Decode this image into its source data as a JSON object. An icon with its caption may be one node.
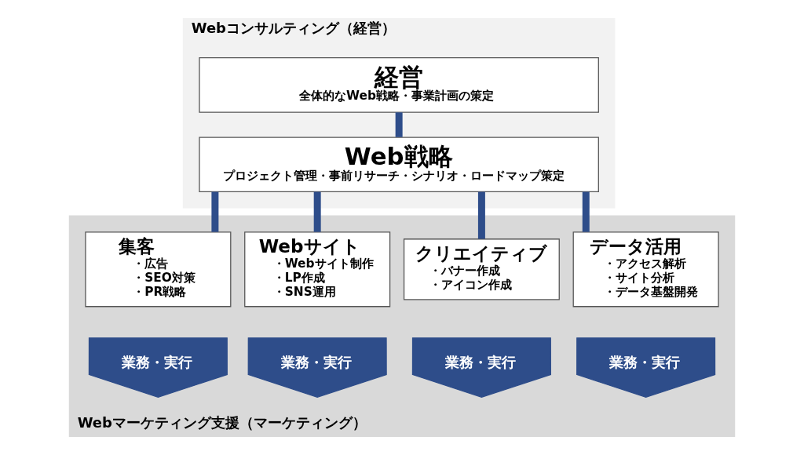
{
  "diagram": {
    "nodes": [
      {
        "text": [
          "Webコンサルティング（経営）"
        ]
      },
      {
        "text": [
          "経営",
          "全体的なWeb戦略・事業計画の策定"
        ],
        "in": 0
      },
      {
        "text": [
          "Web戦略",
          "プロジェクト管理・事前リサーチ・シナリオ・ロードマップ策定"
        ],
        "in": 0
      },
      {
        "text": [
          "Webマーケティング支援（マーケティング）"
        ]
      },
      {
        "text": [
          "集客",
          "・広告",
          "・SEO対策",
          "・PR戦略"
        ],
        "in": 3
      },
      {
        "text": [
          "Webサイト",
          "・Webサイト制作",
          "・LP作成",
          "・SNS運用"
        ],
        "in": 3
      },
      {
        "text": [
          "クリエイティブ",
          "・バナー作成",
          "・アイコン作成"
        ],
        "in": 3
      },
      {
        "text": [
          "データ活用",
          "・アクセス解析",
          "・サイト分析",
          "・データ基盤開発"
        ],
        "in": 3
      },
      {
        "text": [
          "業務・実行"
        ],
        "in": 3
      },
      {
        "text": [
          "業務・実行"
        ],
        "in": 3
      },
      {
        "text": [
          "業務・実行"
        ],
        "in": 3
      },
      {
        "text": [
          "業務・実行"
        ],
        "in": 3
      }
    ],
    "edges": [
      {
        "from": 1,
        "to": 2,
        "arrow": "none"
      },
      {
        "from": 2,
        "to": 4,
        "arrow": "none"
      },
      {
        "from": 2,
        "to": 5,
        "arrow": "none"
      },
      {
        "from": 2,
        "to": 6,
        "arrow": "none"
      },
      {
        "from": 2,
        "to": 7,
        "arrow": "none"
      }
    ]
  }
}
